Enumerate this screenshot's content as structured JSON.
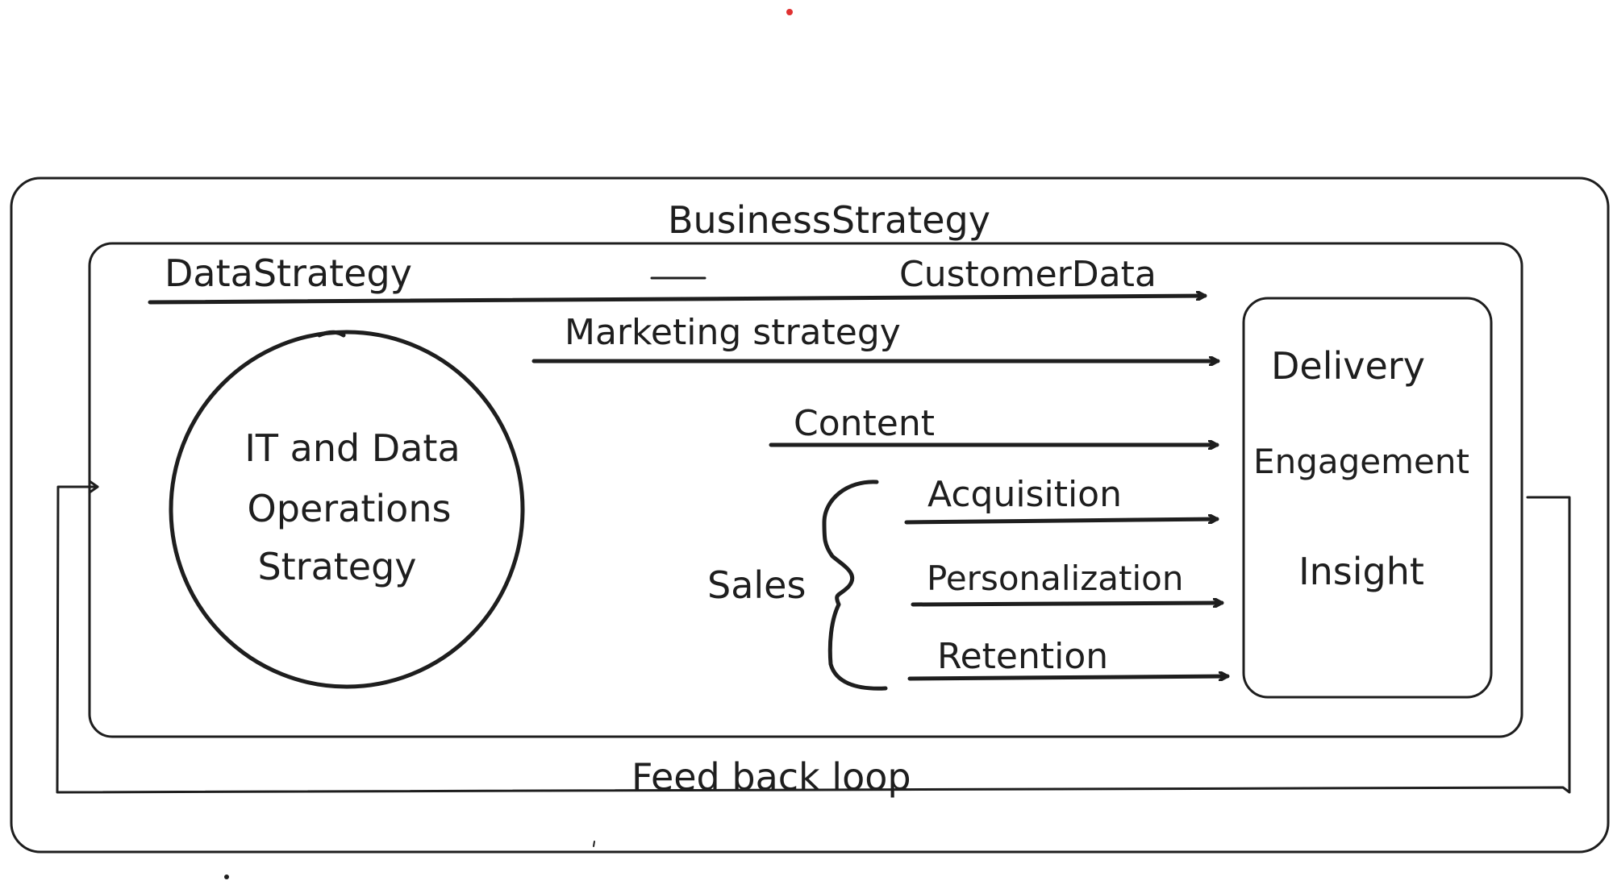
{
  "diagram": {
    "business_label": "BusinessStrategy",
    "data_strategy_label": "DataStrategy",
    "customer_data_label": "CustomerData",
    "marketing_label": "Marketing strategy",
    "content_label": "Content",
    "sales_label": "Sales",
    "sales_items": [
      "Acquisition",
      "Personalization",
      "Retention"
    ],
    "circle_lines": [
      "IT and Data",
      "Operations",
      "Strategy"
    ],
    "outcomes": [
      "Delivery",
      "Engagement",
      "Insight"
    ],
    "feedback_label": "Feed back loop"
  },
  "colors": {
    "ink": "#1e1e1e",
    "accent_dot": "#e03131"
  }
}
